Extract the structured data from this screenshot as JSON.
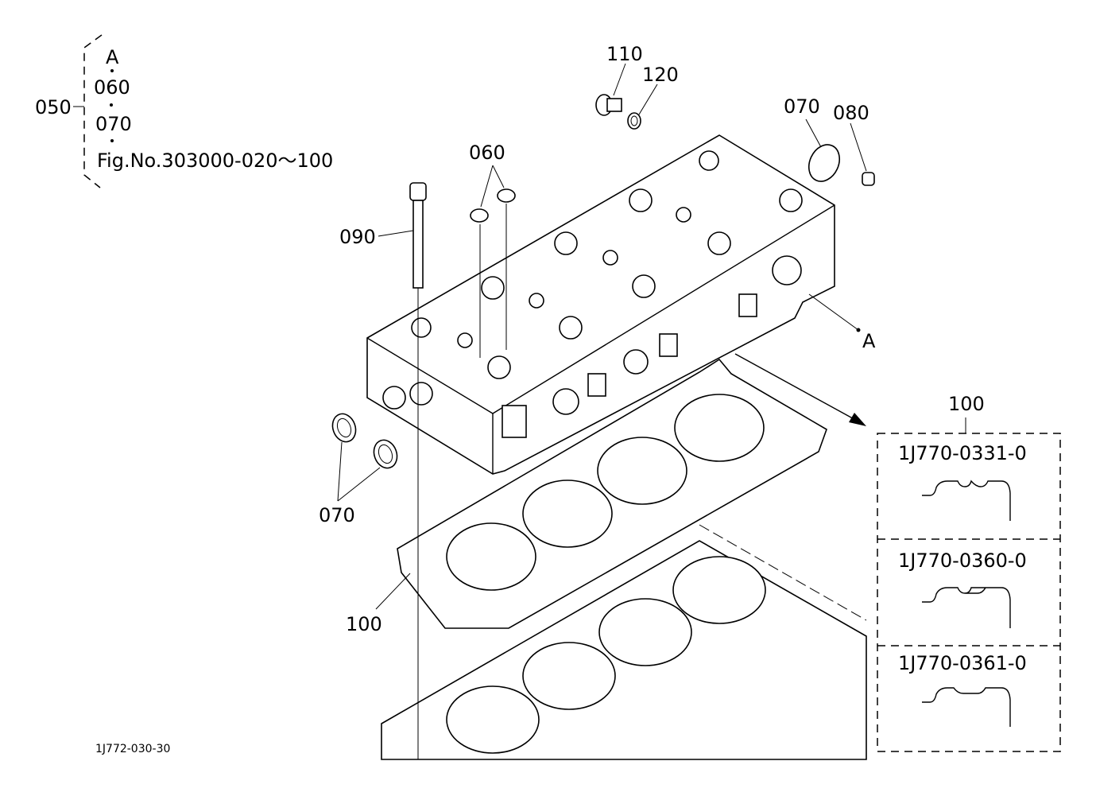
{
  "figure": {
    "figure_code": "1J772-030-30",
    "group_callout": {
      "number": "050",
      "items": [
        "A",
        "060",
        "070",
        "Fig.No.303000-020〜100"
      ]
    },
    "callouts": [
      {
        "id": "110",
        "label": "110"
      },
      {
        "id": "120",
        "label": "120"
      },
      {
        "id": "070-top",
        "label": "070"
      },
      {
        "id": "080",
        "label": "080"
      },
      {
        "id": "060",
        "label": "060"
      },
      {
        "id": "090",
        "label": "090"
      },
      {
        "id": "A",
        "label": "A"
      },
      {
        "id": "070-left",
        "label": "070"
      },
      {
        "id": "100-left",
        "label": "100"
      }
    ],
    "gasket_variants": {
      "callout": "100",
      "options": [
        {
          "part_number": "1J770-0331-0"
        },
        {
          "part_number": "1J770-0360-0"
        },
        {
          "part_number": "1J770-0361-0"
        }
      ]
    }
  }
}
